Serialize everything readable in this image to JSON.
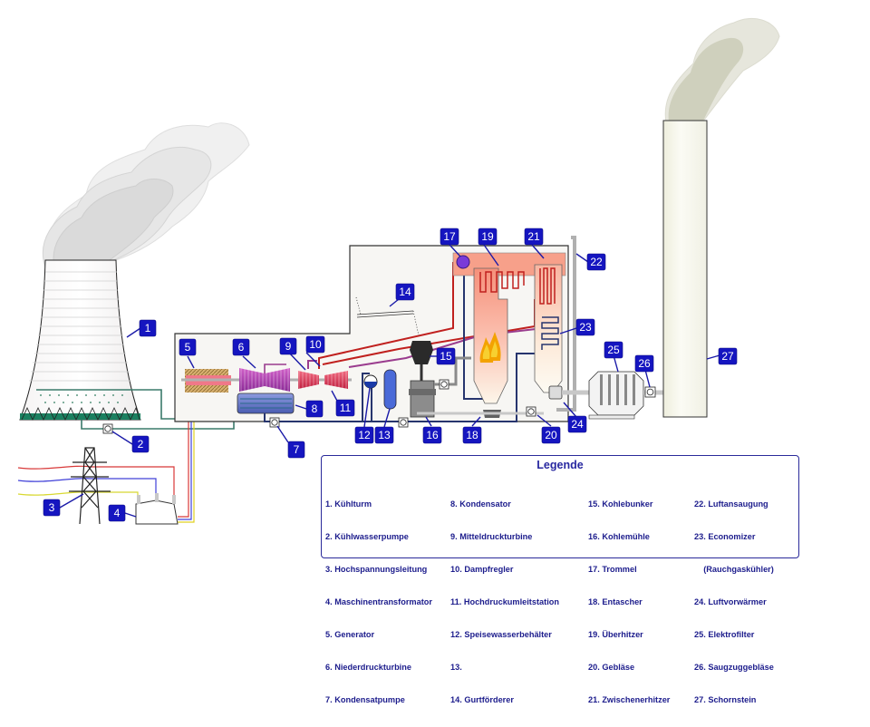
{
  "title": "Kohlekraftwerk Schema",
  "colors": {
    "tag_fill": "#1515c0",
    "steam_red": "#c0201e",
    "reheat_purple": "#9a3c8e",
    "water_blue": "#27356e",
    "cooling_green": "#2e6e5c",
    "flue_gas_grey": "#b8b8b8",
    "boiler_glow": "#f7a08a"
  },
  "tags": [
    {
      "id": "1",
      "label": "1"
    },
    {
      "id": "2",
      "label": "2"
    },
    {
      "id": "3",
      "label": "3"
    },
    {
      "id": "4",
      "label": "4"
    },
    {
      "id": "5",
      "label": "5"
    },
    {
      "id": "6",
      "label": "6"
    },
    {
      "id": "7",
      "label": "7"
    },
    {
      "id": "8",
      "label": "8"
    },
    {
      "id": "9",
      "label": "9"
    },
    {
      "id": "10",
      "label": "10"
    },
    {
      "id": "11",
      "label": "11"
    },
    {
      "id": "12",
      "label": "12"
    },
    {
      "id": "13",
      "label": "13"
    },
    {
      "id": "14",
      "label": "14"
    },
    {
      "id": "15",
      "label": "15"
    },
    {
      "id": "16",
      "label": "16"
    },
    {
      "id": "17",
      "label": "17"
    },
    {
      "id": "18",
      "label": "18"
    },
    {
      "id": "19",
      "label": "19"
    },
    {
      "id": "20",
      "label": "20"
    },
    {
      "id": "21",
      "label": "21"
    },
    {
      "id": "22",
      "label": "22"
    },
    {
      "id": "23",
      "label": "23"
    },
    {
      "id": "24",
      "label": "24"
    },
    {
      "id": "25",
      "label": "25"
    },
    {
      "id": "26",
      "label": "26"
    },
    {
      "id": "27",
      "label": "27"
    }
  ],
  "legend": {
    "title": "Legende",
    "columns": [
      [
        "1. Kühlturm",
        "2. Kühlwasserpumpe",
        "3. Hochspannungsleitung",
        "4. Maschinentransformator",
        "5. Generator",
        "6. Niederdruckturbine",
        "7. Kondensatpumpe"
      ],
      [
        "8. Kondensator",
        "9. Mitteldruckturbine",
        "10. Dampfregler",
        "11. Hochdruckumleitstation",
        "12. Speisewasserbehälter",
        "13.",
        "14. Gurtförderer"
      ],
      [
        "15. Kohlebunker",
        "16. Kohlemühle",
        "17. Trommel",
        "18. Entascher",
        "19. Überhitzer",
        "20. Gebläse",
        "21. Zwischenerhitzer"
      ],
      [
        "22. Luftansaugung",
        "23. Economizer",
        "    (Rauchgaskühler)",
        "24. Luftvorwärmer",
        "25. Elektrofilter",
        "26. Saugzuggebläse",
        "27. Schornstein"
      ]
    ]
  }
}
